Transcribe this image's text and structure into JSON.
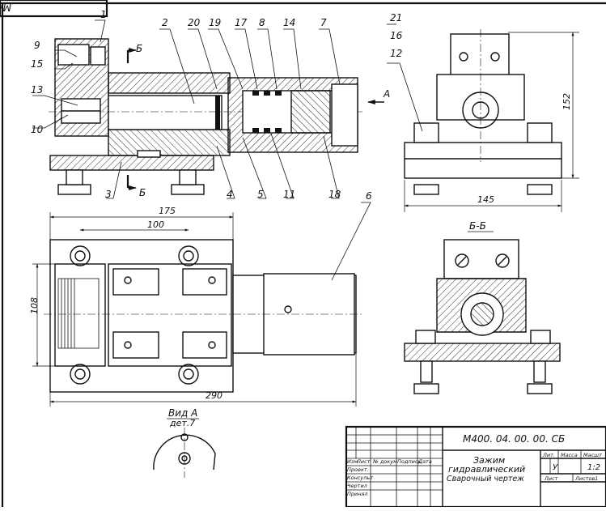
{
  "stamp_rotated": "М400.04.00.00СБ",
  "part_numbers": {
    "p1": "1",
    "p2": "2",
    "p20": "20",
    "p19": "19",
    "p17": "17",
    "p8": "8",
    "p14": "14",
    "p7": "7",
    "p21": "21",
    "p16": "16",
    "p12": "12",
    "p9": "9",
    "p15": "15",
    "p13": "13",
    "p10": "10",
    "p3": "3",
    "p4": "4",
    "p5": "5",
    "p11": "11",
    "p18": "18",
    "p6": "6"
  },
  "section_marks": {
    "b_top": "Б",
    "b_bottom": "Б",
    "arrow_a": "А"
  },
  "dimensions": {
    "d152": "152",
    "d145": "145",
    "d175": "175",
    "d100": "100",
    "d108": "108",
    "d290": "290"
  },
  "views": {
    "section_bb": "Б-Б",
    "view_a": "Вид А",
    "view_a_detail": "дет.7"
  },
  "title_block": {
    "designation": "М400. 04. 00. 00. СБ",
    "name_line1": "Зажим",
    "name_line2": "гидравлический",
    "name_line3": "Сварочный   чертеж",
    "col_izm": "Изм",
    "col_list": "Лист",
    "col_doc": "№ докум",
    "col_sign": "Подпись",
    "col_date": "Дата",
    "row_proekt": "Проект.",
    "row_konsult": "Консульт",
    "row_chertil": "Чертил",
    "row_prinyal": "Принял",
    "lit": "Лит.",
    "massa": "Масса",
    "masshtab": "Масшт",
    "lit_val": "У",
    "scale_val": "1:2",
    "list": "Лист",
    "listov": "Листов1"
  }
}
